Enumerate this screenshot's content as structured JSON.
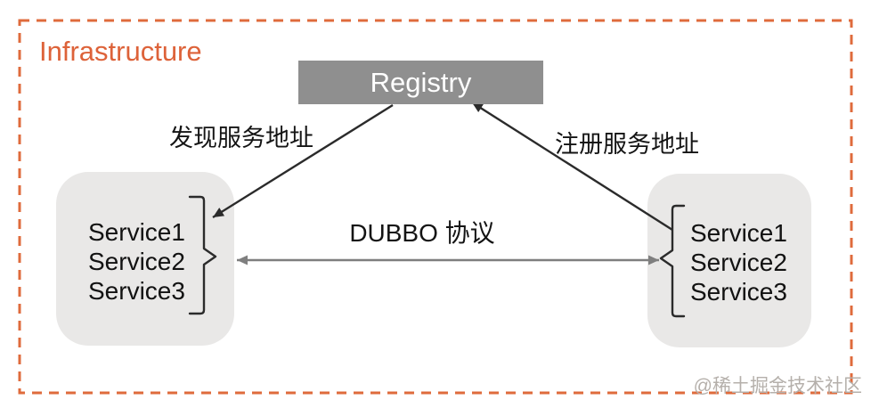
{
  "diagram": {
    "title": "Infrastructure",
    "registry": {
      "label": "Registry"
    },
    "left_service_box": {
      "services": [
        "Service1",
        "Service2",
        "Service3"
      ]
    },
    "right_service_box": {
      "services": [
        "Service1",
        "Service2",
        "Service3"
      ]
    },
    "edges": {
      "discover": {
        "label": "发现服务地址"
      },
      "register": {
        "label": "注册服务地址"
      },
      "protocol": {
        "label": "DUBBO 协议"
      }
    },
    "watermark": "@稀土掘金技术社区",
    "colors": {
      "accent_orange": "#DD6239",
      "registry_fill": "#8F8F8F",
      "registry_text": "#FFFFFF",
      "service_box_fill": "#E9E8E7",
      "dark_arrow": "#2B2B2B",
      "gray_arrow": "#7F7F7F",
      "watermark_gray": "#B5B0AB"
    }
  }
}
